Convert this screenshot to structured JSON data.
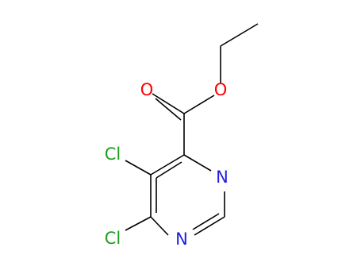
{
  "molecule": {
    "colors": {
      "bond": "#000000",
      "oxygen": "#ff0000",
      "nitrogen": "#1f1fe0",
      "chlorine": "#1f9f1f",
      "background": "#ffffff"
    },
    "labels": {
      "carbonyl_oxygen": "O",
      "ester_oxygen": "O",
      "ring_nitrogen_3": "N",
      "ring_nitrogen_1": "N",
      "chlorine_5": "Cl",
      "chlorine_6": "Cl"
    }
  }
}
